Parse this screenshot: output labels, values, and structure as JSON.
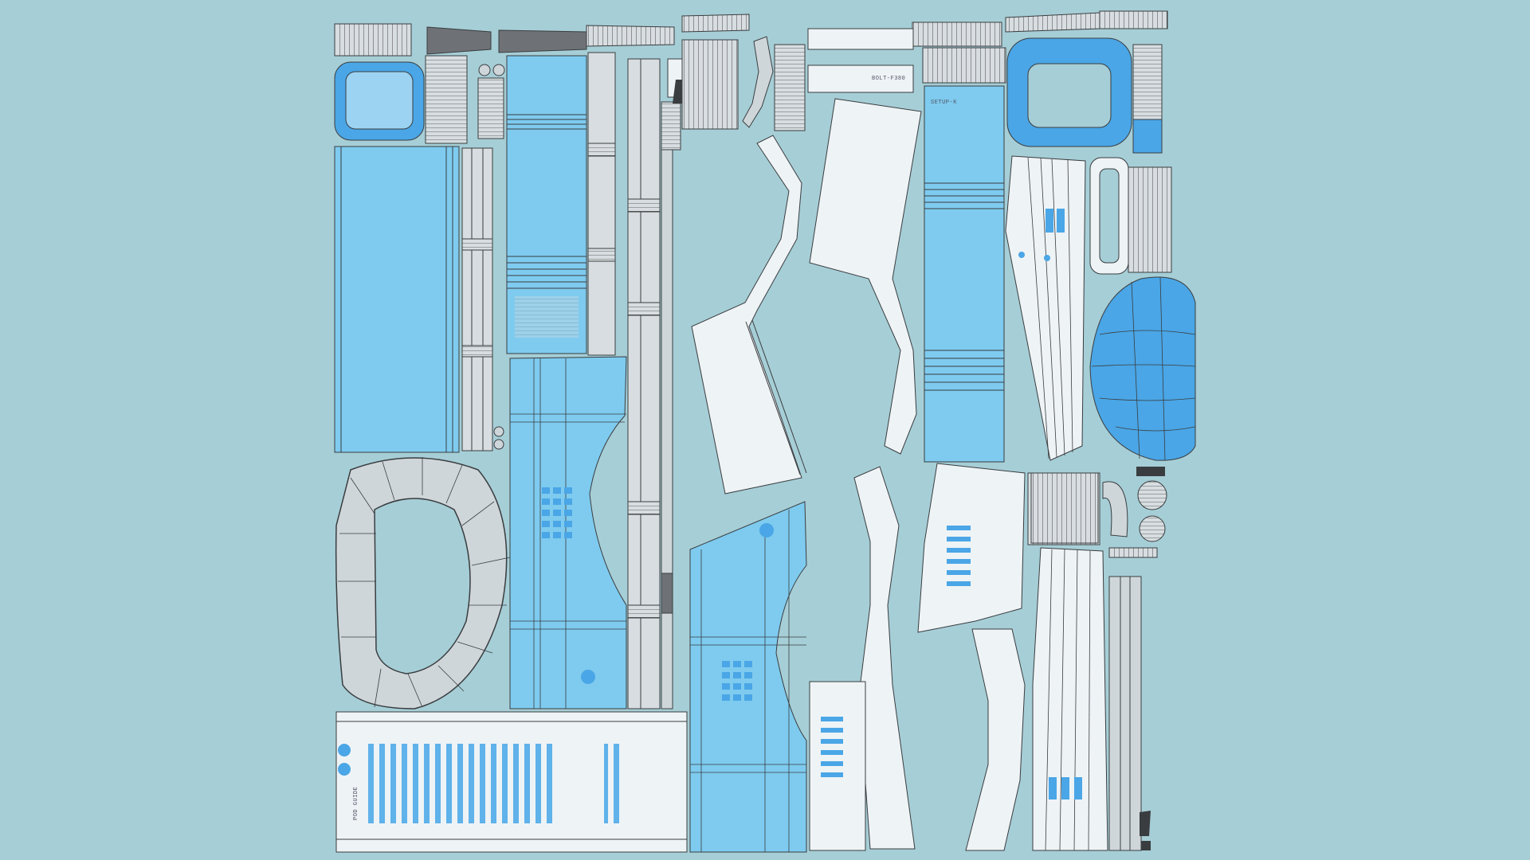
{
  "texture_sheet": {
    "background": "#a6ced6",
    "palette": {
      "blue_fill": "#7ecbef",
      "blue_detail": "#4aa6e6",
      "white_fill": "#eef3f6",
      "gray_fill": "#cfd6da",
      "dark_part": "#6e7276",
      "line": "#3a3d40"
    },
    "labels": {
      "sticker_a": "BOLT-F380",
      "sticker_b": "SETUP-K",
      "side_text": "POD GUIDE"
    }
  }
}
